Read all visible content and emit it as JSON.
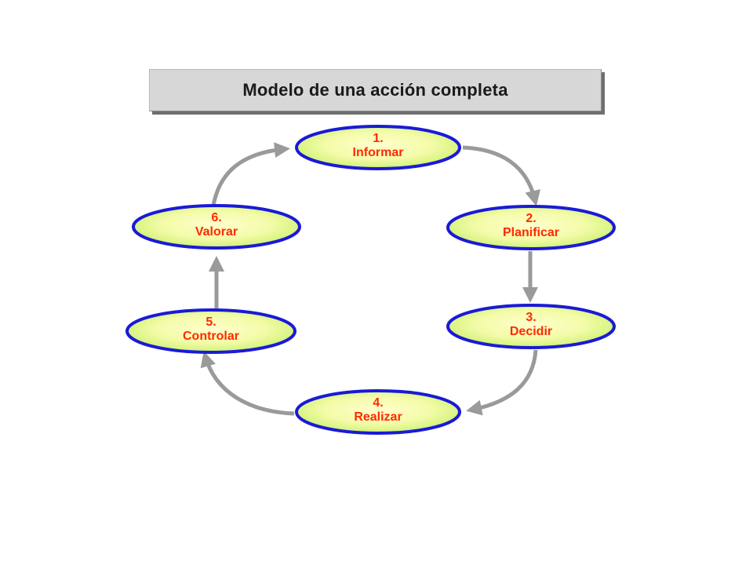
{
  "title": "Modelo de una acción completa",
  "colors": {
    "node_fill_center": "#ffffcc",
    "node_fill_edge": "#c8f06a",
    "node_border": "#1a1ad6",
    "label": "#ff2a00",
    "arrow": "#9a9a9a",
    "title_box": "#d7d7d7"
  },
  "steps": [
    {
      "number": "1.",
      "label": "Informar"
    },
    {
      "number": "2.",
      "label": "Planificar"
    },
    {
      "number": "3.",
      "label": "Decidir"
    },
    {
      "number": "4.",
      "label": "Realizar"
    },
    {
      "number": "5.",
      "label": "Controlar"
    },
    {
      "number": "6.",
      "label": "Valorar"
    }
  ]
}
